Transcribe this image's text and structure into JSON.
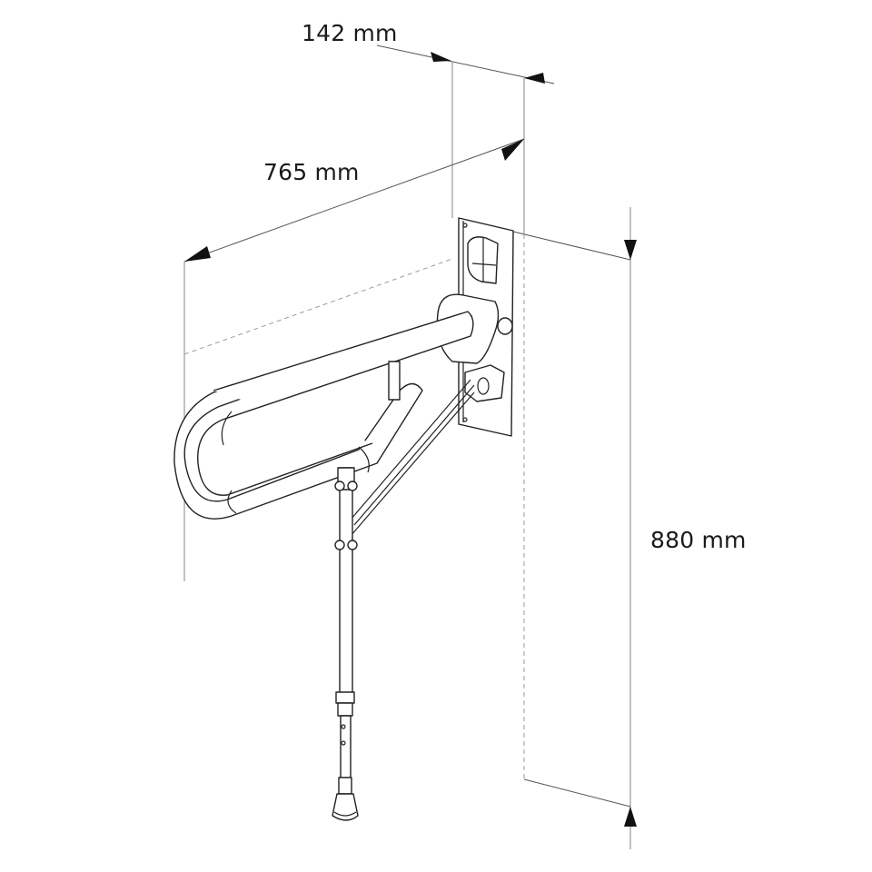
{
  "diagram": {
    "subject": "Fold-up grab bar with wall plate and adjustable support leg",
    "dimensions": {
      "depth": {
        "label": "142 mm",
        "value": 142,
        "unit": "mm"
      },
      "length": {
        "label": "765 mm",
        "value": 765,
        "unit": "mm"
      },
      "height": {
        "label": "880 mm",
        "value": 880,
        "unit": "mm"
      }
    },
    "parts": [
      "wall-plate",
      "hinge-lock",
      "grab-bar-u-loop",
      "diagonal-strut",
      "support-leg",
      "adjustable-leg-extension",
      "rubber-foot"
    ],
    "colors": {
      "line": "#222222",
      "extension_line": "#9a9a9a",
      "arrow": "#111111",
      "background": "#ffffff"
    }
  }
}
